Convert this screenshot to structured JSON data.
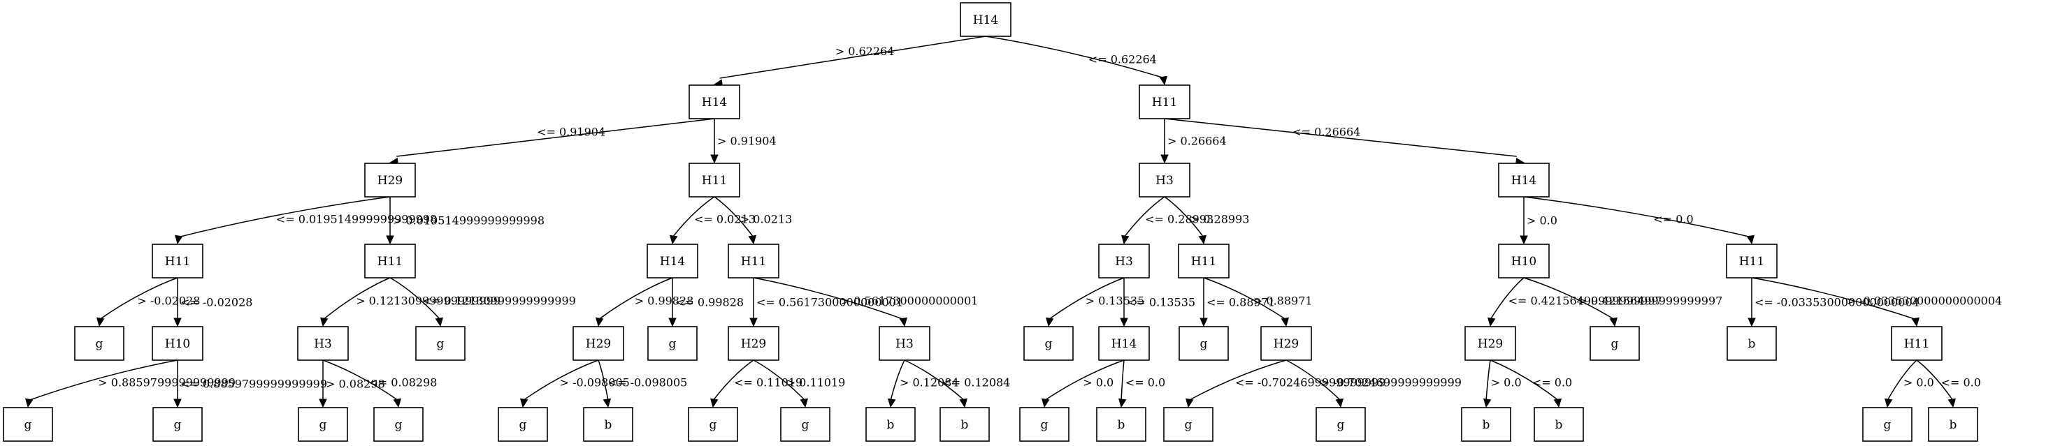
{
  "nodes": [
    {
      "id": "n0",
      "label": "H14"
    },
    {
      "id": "n1",
      "label": "H14"
    },
    {
      "id": "n2",
      "label": "H11"
    },
    {
      "id": "n3",
      "label": "H29"
    },
    {
      "id": "n4",
      "label": "H11"
    },
    {
      "id": "n5",
      "label": "H3"
    },
    {
      "id": "n6",
      "label": "H14"
    },
    {
      "id": "n7",
      "label": "H11"
    },
    {
      "id": "n8",
      "label": "H11"
    },
    {
      "id": "n9",
      "label": "H14"
    },
    {
      "id": "n10",
      "label": "H11"
    },
    {
      "id": "n11",
      "label": "H3"
    },
    {
      "id": "n12",
      "label": "H11"
    },
    {
      "id": "n13",
      "label": "H10"
    },
    {
      "id": "n14",
      "label": "H11"
    },
    {
      "id": "n15",
      "label": "g"
    },
    {
      "id": "n16",
      "label": "H10"
    },
    {
      "id": "n17",
      "label": "H3"
    },
    {
      "id": "n18",
      "label": "g"
    },
    {
      "id": "n19",
      "label": "H29"
    },
    {
      "id": "n20",
      "label": "g"
    },
    {
      "id": "n21",
      "label": "H29"
    },
    {
      "id": "n22",
      "label": "H3"
    },
    {
      "id": "n23",
      "label": "g"
    },
    {
      "id": "n24",
      "label": "H14"
    },
    {
      "id": "n25",
      "label": "g"
    },
    {
      "id": "n26",
      "label": "H29"
    },
    {
      "id": "n27",
      "label": "H29"
    },
    {
      "id": "n28",
      "label": "g"
    },
    {
      "id": "n29",
      "label": "b"
    },
    {
      "id": "n30",
      "label": "H11"
    },
    {
      "id": "n31",
      "label": "g"
    },
    {
      "id": "n32",
      "label": "g"
    },
    {
      "id": "n33",
      "label": "g"
    },
    {
      "id": "n34",
      "label": "g"
    },
    {
      "id": "n35",
      "label": "g"
    },
    {
      "id": "n36",
      "label": "b"
    },
    {
      "id": "n37",
      "label": "g"
    },
    {
      "id": "n38",
      "label": "g"
    },
    {
      "id": "n39",
      "label": "b"
    },
    {
      "id": "n40",
      "label": "b"
    },
    {
      "id": "n41",
      "label": "g"
    },
    {
      "id": "n42",
      "label": "b"
    },
    {
      "id": "n43",
      "label": "g"
    },
    {
      "id": "n44",
      "label": "g"
    },
    {
      "id": "n45",
      "label": "b"
    },
    {
      "id": "n46",
      "label": "b"
    },
    {
      "id": "n47",
      "label": "g"
    },
    {
      "id": "n48",
      "label": "b"
    }
  ],
  "edges": [
    {
      "from": "n0",
      "to": "n1",
      "label": "> 0.62264"
    },
    {
      "from": "n0",
      "to": "n2",
      "label": "<= 0.62264"
    },
    {
      "from": "n1",
      "to": "n3",
      "label": "<= 0.91904"
    },
    {
      "from": "n1",
      "to": "n4",
      "label": "> 0.91904"
    },
    {
      "from": "n2",
      "to": "n5",
      "label": "> 0.26664"
    },
    {
      "from": "n2",
      "to": "n6",
      "label": "<= 0.26664"
    },
    {
      "from": "n3",
      "to": "n7",
      "label": "<= 0.019514999999999998"
    },
    {
      "from": "n3",
      "to": "n8",
      "label": "> 0.019514999999999998"
    },
    {
      "from": "n4",
      "to": "n9",
      "label": "<= 0.0213"
    },
    {
      "from": "n4",
      "to": "n10",
      "label": "> 0.0213"
    },
    {
      "from": "n5",
      "to": "n11",
      "label": "<= 0.28993"
    },
    {
      "from": "n5",
      "to": "n12",
      "label": "> 0.28993"
    },
    {
      "from": "n6",
      "to": "n13",
      "label": "> 0.0"
    },
    {
      "from": "n6",
      "to": "n14",
      "label": "<= 0.0"
    },
    {
      "from": "n7",
      "to": "n15",
      "label": "> -0.02028"
    },
    {
      "from": "n7",
      "to": "n16",
      "label": "<= -0.02028"
    },
    {
      "from": "n8",
      "to": "n17",
      "label": "> 0.12130999999999999"
    },
    {
      "from": "n8",
      "to": "n18",
      "label": "<= 0.12130999999999999"
    },
    {
      "from": "n9",
      "to": "n19",
      "label": "> 0.99828"
    },
    {
      "from": "n9",
      "to": "n20",
      "label": "<= 0.99828"
    },
    {
      "from": "n10",
      "to": "n21",
      "label": "<= 0.5617300000000001"
    },
    {
      "from": "n10",
      "to": "n22",
      "label": "> 0.5617300000000001"
    },
    {
      "from": "n11",
      "to": "n23",
      "label": "> 0.13535"
    },
    {
      "from": "n11",
      "to": "n24",
      "label": "<= 0.13535"
    },
    {
      "from": "n12",
      "to": "n25",
      "label": "<= 0.88971"
    },
    {
      "from": "n12",
      "to": "n26",
      "label": "> 0.88971"
    },
    {
      "from": "n13",
      "to": "n27",
      "label": "<= 0.42156499999999997"
    },
    {
      "from": "n13",
      "to": "n28",
      "label": "> 0.42156499999999997"
    },
    {
      "from": "n14",
      "to": "n29",
      "label": "<= -0.033530000000000004"
    },
    {
      "from": "n14",
      "to": "n30",
      "label": "> -0.033530000000000004"
    },
    {
      "from": "n16",
      "to": "n31",
      "label": "> 0.8859799999999999"
    },
    {
      "from": "n16",
      "to": "n32",
      "label": "<= 0.8859799999999999"
    },
    {
      "from": "n17",
      "to": "n33",
      "label": "> 0.08298"
    },
    {
      "from": "n17",
      "to": "n34",
      "label": "<= 0.08298"
    },
    {
      "from": "n19",
      "to": "n35",
      "label": "> -0.098005"
    },
    {
      "from": "n19",
      "to": "n36",
      "label": "<= -0.098005"
    },
    {
      "from": "n21",
      "to": "n37",
      "label": "<= 0.11019"
    },
    {
      "from": "n21",
      "to": "n38",
      "label": "> 0.11019"
    },
    {
      "from": "n22",
      "to": "n39",
      "label": "> 0.12084"
    },
    {
      "from": "n22",
      "to": "n40",
      "label": "<= 0.12084"
    },
    {
      "from": "n24",
      "to": "n41",
      "label": "> 0.0"
    },
    {
      "from": "n24",
      "to": "n42",
      "label": "<= 0.0"
    },
    {
      "from": "n26",
      "to": "n43",
      "label": "<= -0.7024699999999999"
    },
    {
      "from": "n26",
      "to": "n44",
      "label": "> -0.7024699999999999"
    },
    {
      "from": "n27",
      "to": "n45",
      "label": "> 0.0"
    },
    {
      "from": "n27",
      "to": "n46",
      "label": "<= 0.0"
    },
    {
      "from": "n30",
      "to": "n47",
      "label": "> 0.0"
    },
    {
      "from": "n30",
      "to": "n48",
      "label": "<= 0.0"
    }
  ]
}
